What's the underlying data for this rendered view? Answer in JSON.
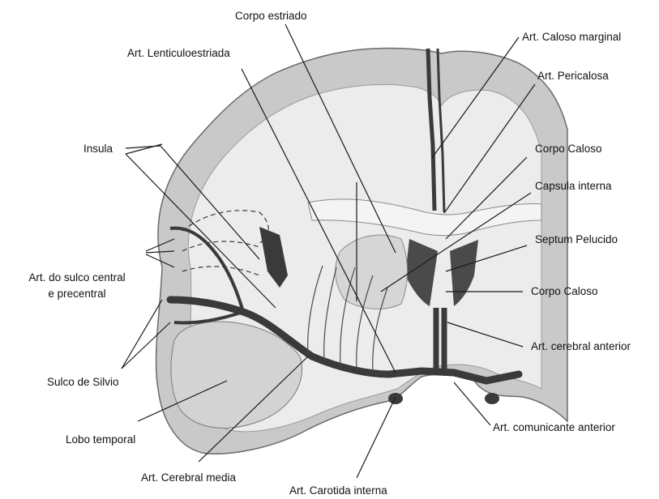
{
  "labels": {
    "corpo_estriado": "Corpo estriado",
    "art_caloso_marginal": "Art. Caloso marginal",
    "art_lenticuloestriada": "Art. Lenticuloestriada",
    "art_pericalosa": "Art. Pericalosa",
    "insula": "Insula",
    "corpo_caloso_top": "Corpo Caloso",
    "capsula_interna": "Capsula interna",
    "septum_pelucido": "Septum Pelucido",
    "art_sulco_central_line1": "Art. do sulco central",
    "art_sulco_central_line2": "e precentral",
    "corpo_caloso_bottom": "Corpo Caloso",
    "art_cerebral_anterior": "Art. cerebral anterior",
    "sulco_de_silvio": "Sulco de Silvio",
    "art_comunicante_anterior": "Art. comunicante anterior",
    "lobo_temporal": "Lobo temporal",
    "art_cerebral_media": "Art. Cerebral media",
    "art_carotida_interna": "Art. Carotida interna"
  },
  "colors": {
    "gray_matter": "#c9c9c9",
    "white_matter": "#ececec",
    "vessel": "#3a3a3a",
    "ventricle": "#4a4a4a",
    "leader_line": "#1a1a1a"
  }
}
